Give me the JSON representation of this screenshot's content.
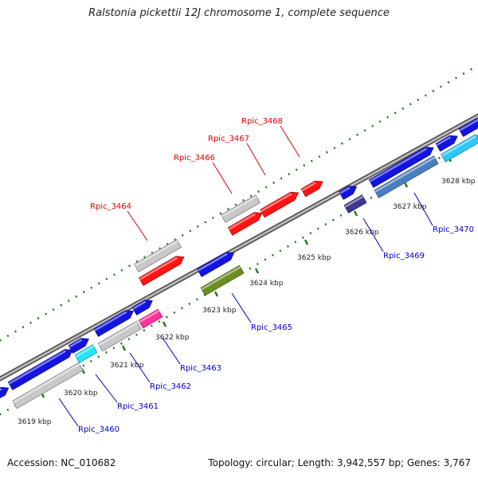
{
  "title": "Ralstonia pickettii 12J chromosome 1, complete sequence",
  "footer": {
    "accession": "Accession: NC_010682",
    "summary": "Topology: circular; Length: 3,942,557 bp; Genes: 3,767"
  },
  "colors": {
    "backbone": "#8a8a8a",
    "tick": "#1f7a1f",
    "upper_label": "#dd0000",
    "lower_label": "#0000cc",
    "blue": "#1414e0",
    "gray": "#c8c8c8",
    "red": "#ff1414",
    "cyan": "#22e6ff",
    "pink": "#ff3399",
    "olive": "#6b8e23",
    "steelblue": "#4b7ec0",
    "navy": "#3a3a8f",
    "skyblue": "#2ec8ff"
  },
  "kbp_ticks": [
    "3619 kbp",
    "3620 kbp",
    "3621 kbp",
    "3622 kbp",
    "3623 kbp",
    "3624 kbp",
    "3625 kbp",
    "3626 kbp",
    "3627 kbp",
    "3628 kbp"
  ],
  "gene_labels_upper": [
    "Rpic_3464",
    "Rpic_3466",
    "Rpic_3467",
    "Rpic_3468"
  ],
  "gene_labels_lower": [
    "Rpic_3460",
    "Rpic_3461",
    "Rpic_3462",
    "Rpic_3463",
    "Rpic_3465",
    "Rpic_3469",
    "Rpic_3470"
  ]
}
